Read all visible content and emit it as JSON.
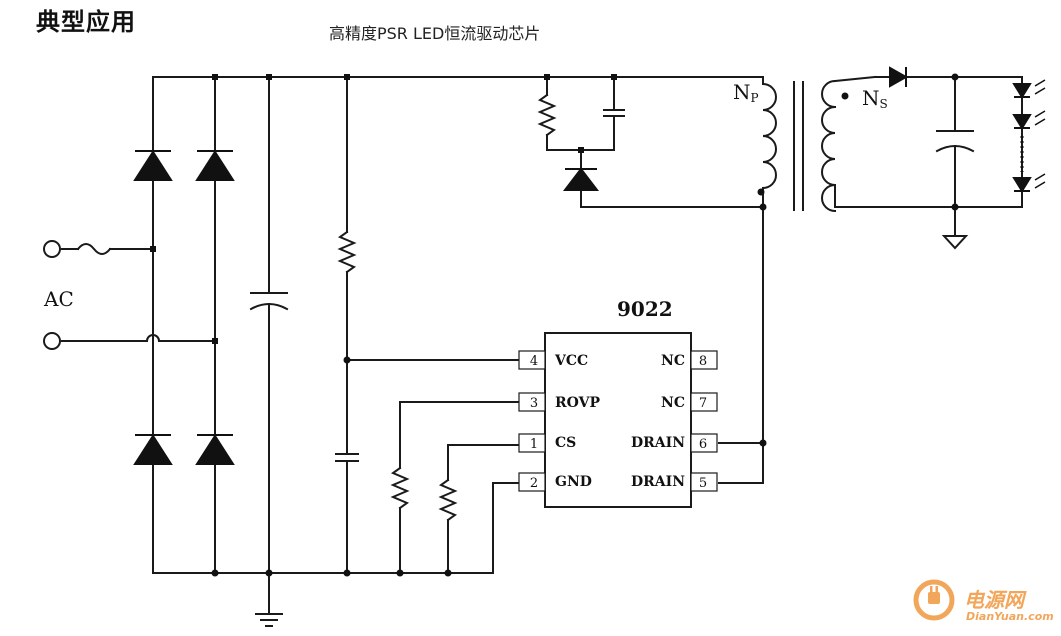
{
  "heading": "典型应用",
  "subtitle": "高精度PSR LED恒流驱动芯片",
  "input_label": "AC",
  "transformer": {
    "primary": "N",
    "primary_sub": "P",
    "secondary": "N",
    "secondary_sub": "S"
  },
  "chip": {
    "part": "9022",
    "left_pins": [
      {
        "num": "4",
        "name": "VCC"
      },
      {
        "num": "3",
        "name": "ROVP"
      },
      {
        "num": "1",
        "name": "CS"
      },
      {
        "num": "2",
        "name": "GND"
      }
    ],
    "right_pins": [
      {
        "num": "8",
        "name": "NC"
      },
      {
        "num": "7",
        "name": "NC"
      },
      {
        "num": "6",
        "name": "DRAIN"
      },
      {
        "num": "5",
        "name": "DRAIN"
      }
    ]
  },
  "watermark": {
    "text": "电源网",
    "url": "DianYuan.com",
    "color": "#f2a65a"
  },
  "wire_color": "#1a1a1a"
}
